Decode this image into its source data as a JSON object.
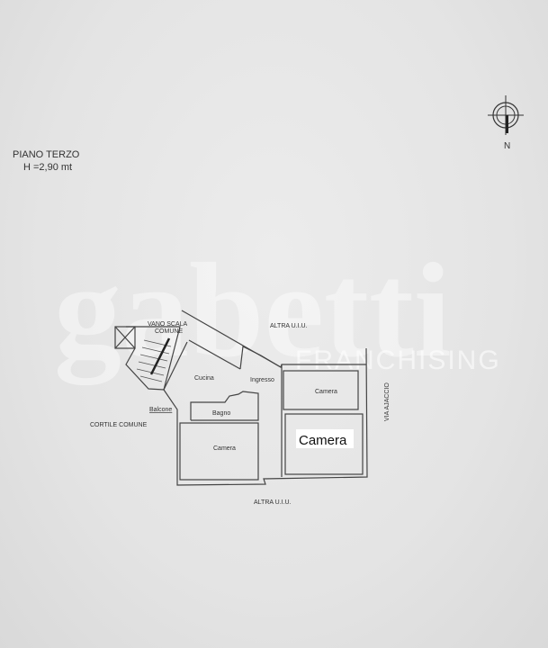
{
  "header": {
    "floor": "PIANO TERZO",
    "height": "H =2,90 mt"
  },
  "compass": {
    "label": "N",
    "icon": "north-arrow-icon"
  },
  "watermark": {
    "brand": "gabetti",
    "sub": "FRANCHISING"
  },
  "labels": {
    "stair": "VANO SCALA",
    "stair2": "COMUNE",
    "top_neighbor": "ALTRA U.I.U.",
    "bottom_neighbor": "ALTRA U.I.U.",
    "courtyard": "CORTILE COMUNE",
    "street": "VIA AJACCIO",
    "balcony": "Balcone"
  },
  "rooms": [
    {
      "name": "Cucina"
    },
    {
      "name": "Ingresso"
    },
    {
      "name": "Camera"
    },
    {
      "name": "Bagno"
    },
    {
      "name": "Camera"
    },
    {
      "name": "Camera"
    }
  ]
}
